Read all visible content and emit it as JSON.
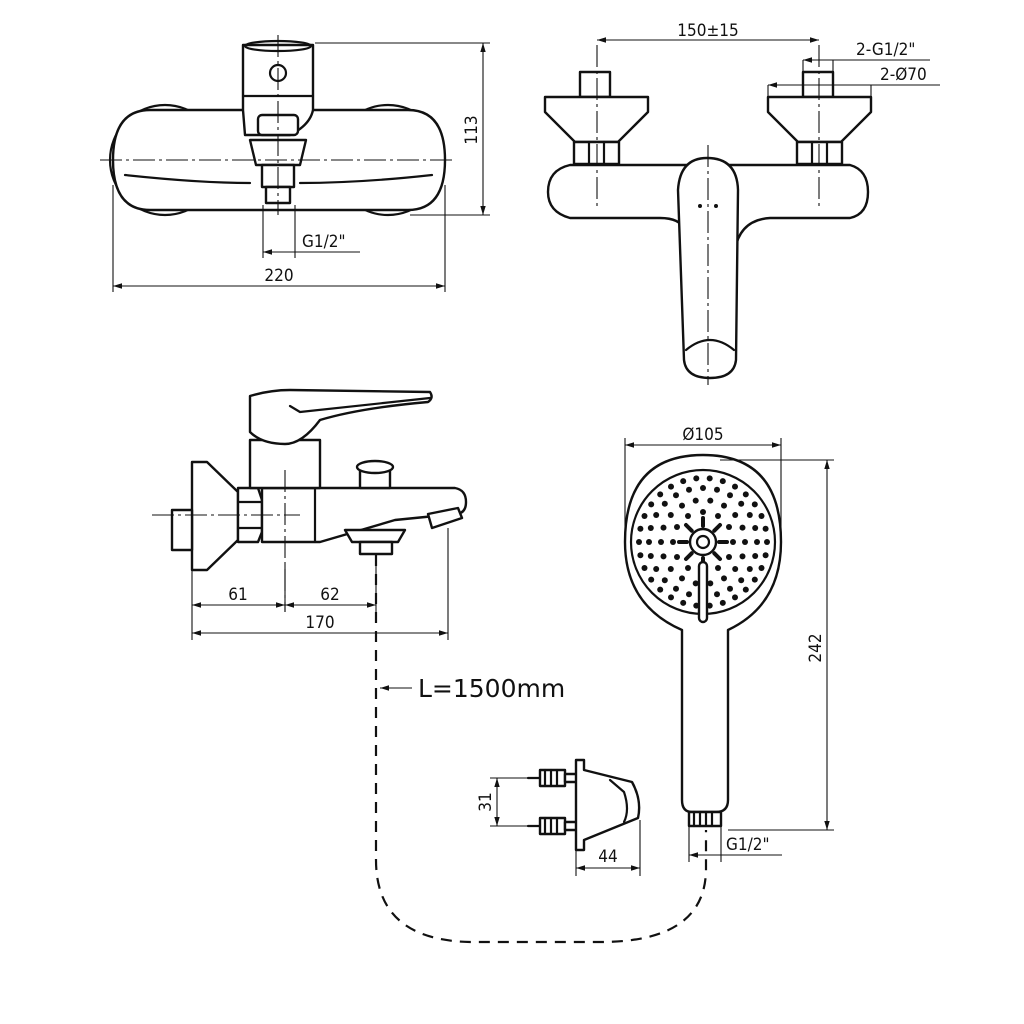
{
  "dimensions": {
    "top_view_height": "113",
    "top_view_width": "220",
    "top_view_outlet_thread": "G1/2\"",
    "front_center_distance": "150±15",
    "front_inlet_thread": "2-G1/2\"",
    "front_flange_diameter": "2-Ø70",
    "side_left": "61",
    "side_middle": "62",
    "side_total": "170",
    "hose_length": "L=1500mm",
    "hand_shower_diameter": "Ø105",
    "hand_shower_length": "242",
    "hand_shower_thread": "G1/2\"",
    "holder_height": "31",
    "holder_depth": "44"
  }
}
